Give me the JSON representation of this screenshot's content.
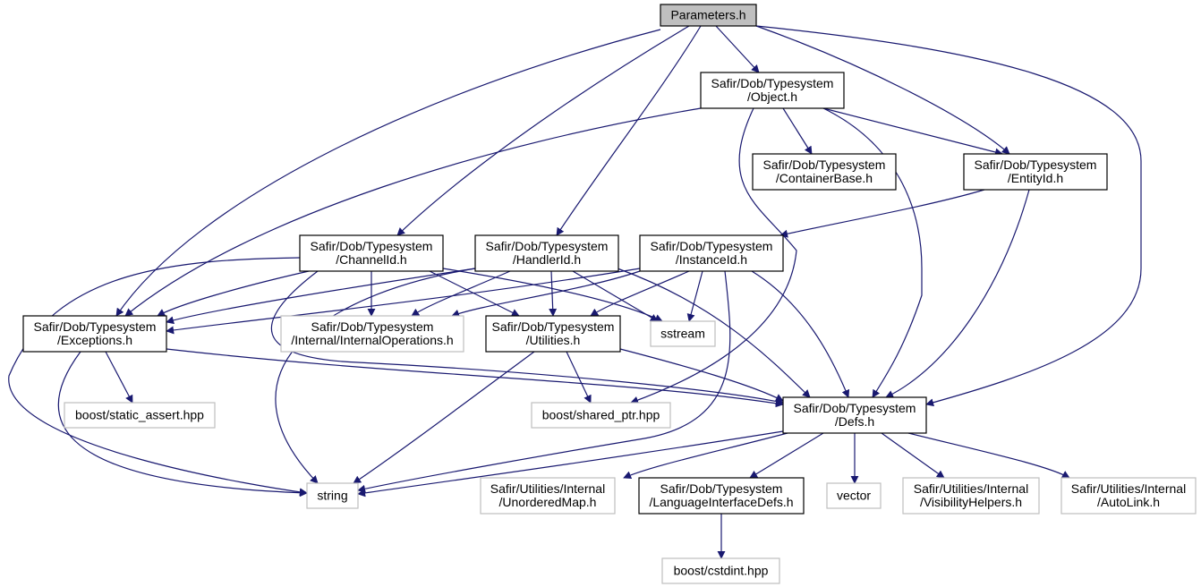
{
  "colors": {
    "edge": "#191970",
    "root_fill": "#bfbfbf",
    "node_border": "#000000",
    "external_border": "#bfbfbf",
    "text": "#000000"
  },
  "nodes": [
    {
      "id": "parameters",
      "lines": [
        "Parameters.h"
      ],
      "kind": "root"
    },
    {
      "id": "object",
      "lines": [
        "Safir/Dob/Typesystem",
        "/Object.h"
      ],
      "kind": "file"
    },
    {
      "id": "containerbase",
      "lines": [
        "Safir/Dob/Typesystem",
        "/ContainerBase.h"
      ],
      "kind": "file"
    },
    {
      "id": "entityid",
      "lines": [
        "Safir/Dob/Typesystem",
        "/EntityId.h"
      ],
      "kind": "file"
    },
    {
      "id": "channelid",
      "lines": [
        "Safir/Dob/Typesystem",
        "/ChannelId.h"
      ],
      "kind": "file"
    },
    {
      "id": "handlerid",
      "lines": [
        "Safir/Dob/Typesystem",
        "/HandlerId.h"
      ],
      "kind": "file"
    },
    {
      "id": "instanceid",
      "lines": [
        "Safir/Dob/Typesystem",
        "/InstanceId.h"
      ],
      "kind": "file"
    },
    {
      "id": "exceptions",
      "lines": [
        "Safir/Dob/Typesystem",
        "/Exceptions.h"
      ],
      "kind": "file"
    },
    {
      "id": "internalops",
      "lines": [
        "Safir/Dob/Typesystem",
        "/Internal/InternalOperations.h"
      ],
      "kind": "external"
    },
    {
      "id": "utilities",
      "lines": [
        "Safir/Dob/Typesystem",
        "/Utilities.h"
      ],
      "kind": "file"
    },
    {
      "id": "sstream",
      "lines": [
        "sstream"
      ],
      "kind": "external"
    },
    {
      "id": "staticassert",
      "lines": [
        "boost/static_assert.hpp"
      ],
      "kind": "external"
    },
    {
      "id": "sharedptr",
      "lines": [
        "boost/shared_ptr.hpp"
      ],
      "kind": "external"
    },
    {
      "id": "defs",
      "lines": [
        "Safir/Dob/Typesystem",
        "/Defs.h"
      ],
      "kind": "file"
    },
    {
      "id": "string",
      "lines": [
        "string"
      ],
      "kind": "external"
    },
    {
      "id": "unorderedmap",
      "lines": [
        "Safir/Utilities/Internal",
        "/UnorderedMap.h"
      ],
      "kind": "external"
    },
    {
      "id": "langdefs",
      "lines": [
        "Safir/Dob/Typesystem",
        "/LanguageInterfaceDefs.h"
      ],
      "kind": "file"
    },
    {
      "id": "vector",
      "lines": [
        "vector"
      ],
      "kind": "external"
    },
    {
      "id": "visibility",
      "lines": [
        "Safir/Utilities/Internal",
        "/VisibilityHelpers.h"
      ],
      "kind": "external"
    },
    {
      "id": "autolink",
      "lines": [
        "Safir/Utilities/Internal",
        "/AutoLink.h"
      ],
      "kind": "external"
    },
    {
      "id": "cstdint",
      "lines": [
        "boost/cstdint.hpp"
      ],
      "kind": "external"
    }
  ]
}
